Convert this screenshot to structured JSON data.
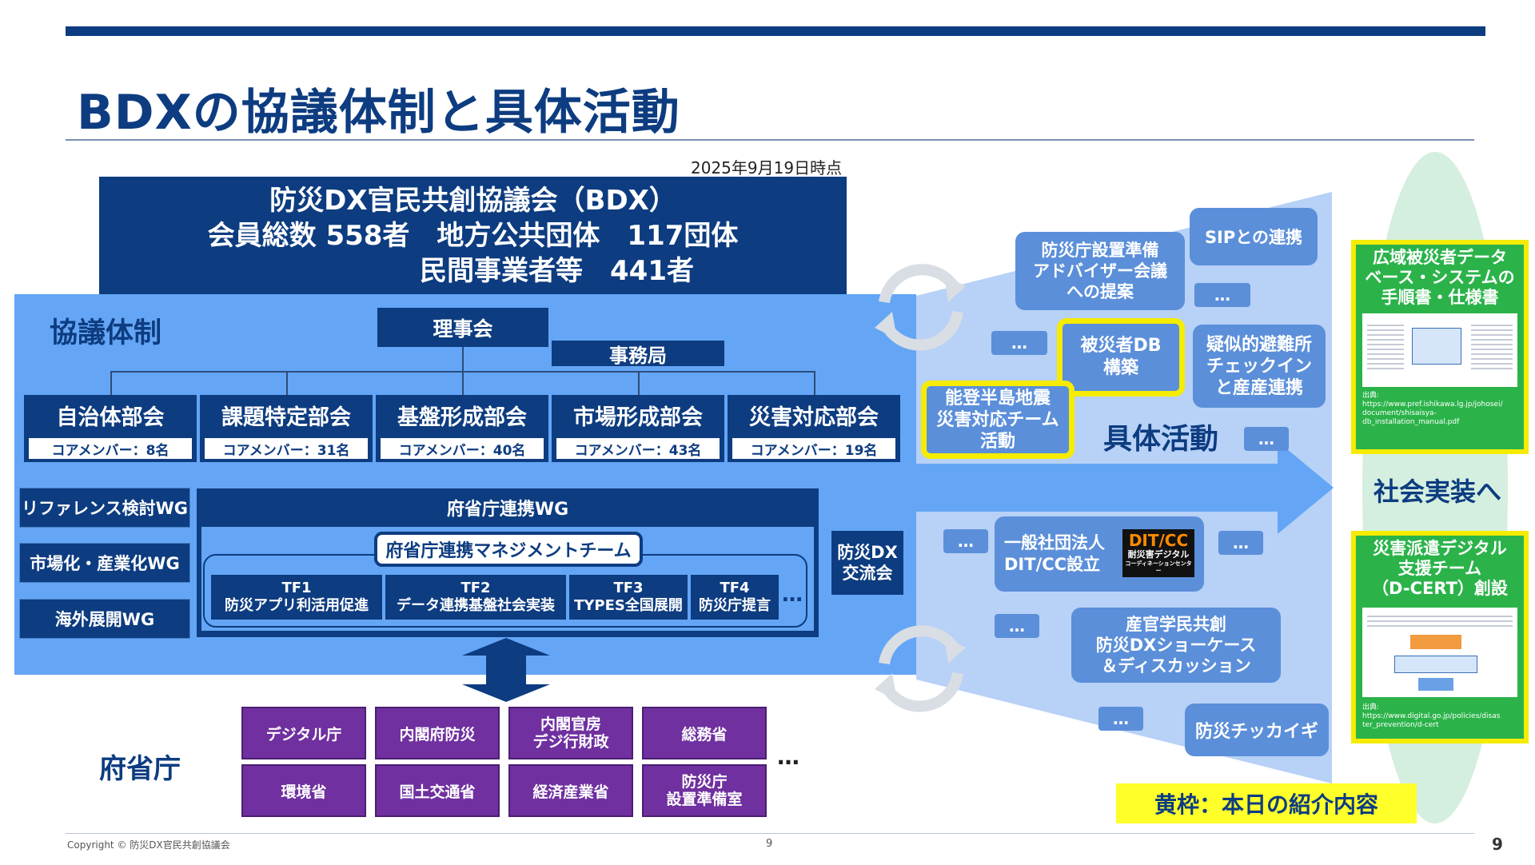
{
  "slide": {
    "title": "BDXの協議体制と具体活動",
    "date_note": "2025年9月19日時点",
    "footer_copyright": "Copyright © 防災DX官民共創協議会",
    "footer_center_page": "9",
    "page_number": "9"
  },
  "header_box": {
    "line1": "防災DX官民共創協議会（BDX）",
    "line2": "会員総数 558者　地方公共団体　117団体",
    "line3": "民間事業者等　441者"
  },
  "kyogi": {
    "label": "協議体制",
    "rijikai": "理事会",
    "jimukyoku": "事務局",
    "subcommittees": [
      {
        "name": "自治体部会",
        "core": "コアメンバー：8名"
      },
      {
        "name": "課題特定部会",
        "core": "コアメンバー：31名"
      },
      {
        "name": "基盤形成部会",
        "core": "コアメンバー：40名"
      },
      {
        "name": "市場形成部会",
        "core": "コアメンバー：43名"
      },
      {
        "name": "災害対応部会",
        "core": "コアメンバー：19名"
      }
    ],
    "wgs": [
      "リファレンス検討WG",
      "市場化・産業化WG",
      "海外展開WG"
    ],
    "fusho_wg": {
      "title": "府省庁連携WG",
      "mgmt_team": "府省庁連携マネジメントチーム",
      "tfs": [
        {
          "code": "TF1",
          "name": "防災アプリ利活用促進"
        },
        {
          "code": "TF2",
          "name": "データ連携基盤社会実装"
        },
        {
          "code": "TF3",
          "name": "TYPES全国展開"
        },
        {
          "code": "TF4",
          "name": "防災庁提言"
        }
      ],
      "more": "…"
    },
    "koryukai_line1": "防災DX",
    "koryukai_line2": "交流会"
  },
  "fushocho": {
    "label": "府省庁",
    "row1": [
      "デジタル庁",
      "内閣府防災",
      "内閣官房\nデジ行財政",
      "総務省"
    ],
    "row2": [
      "環境省",
      "国土交通省",
      "経済産業省",
      "防災庁\n設置準備室"
    ],
    "more": "…"
  },
  "activities": {
    "label": "具体活動",
    "arrow_label": "社会実装へ",
    "advisory": "防災庁設置準備\nアドバイザー会議\nへの提案",
    "sip": "SIPとの連携",
    "higaisha_db": "被災者DB\n構築",
    "noto": "能登半島地震\n災害対応チーム\n活動",
    "gijiteki": "疑似的避難所\nチェックイン\nと産産連携",
    "ditcc": "一般社団法人\nDIT/CC設立",
    "ditcc_logo_top": "DIT/CC",
    "ditcc_logo_bottom": "耐災害デジタル",
    "ditcc_logo_sub": "コーディネーションセンター",
    "sangakukan": "産官学民共創\n防災DXショーケース\n＆ディスカッション",
    "chikaigi": "防災チッカイギ",
    "ellipsis": "…"
  },
  "results": {
    "top_title": "広域被災者データ\nベース・システムの\n手順書・仕様書",
    "top_source": "出典:\nhttps://www.pref.ishikawa.lg.jp/johosei/\ndocument/shisaisya-\ndb_installation_manual.pdf",
    "bottom_title": "災害派遣デジタル\n支援チーム\n（D-CERT）創設",
    "bottom_source": "出典:\nhttps://www.digital.go.jp/policies/disas\nter_prevention/d-cert"
  },
  "legend": "黄枠：本日の紹介内容",
  "colors": {
    "navy": "#0d3c80",
    "light_blue_panel": "#64a6f5",
    "activity_box": "#5b8fd9",
    "purple": "#7030a0",
    "yellow": "#f5ec00",
    "green": "#2bb34a",
    "mint_oval": "#d4efdf"
  }
}
